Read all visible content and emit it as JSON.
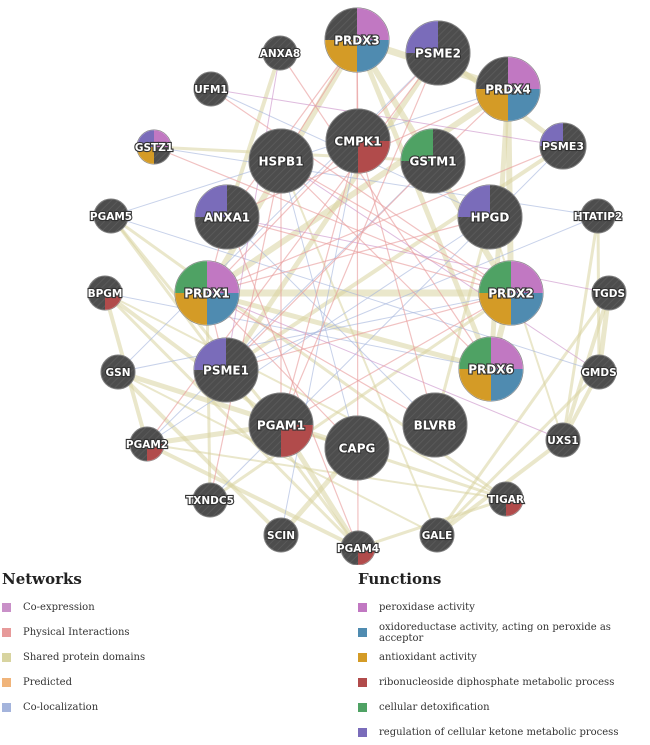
{
  "colors": {
    "node": "#4d4d4d",
    "co_expression": "#c990c8",
    "physical": "#e79a9a",
    "shared_domains": "#d8d4a0",
    "colocalization": "#a4b4dc",
    "peroxidase": "#c178c2",
    "oxidoreductase": "#4f8bb0",
    "antioxidant": "#d49b26",
    "ribonucleoside": "#b14b4b",
    "detox": "#4fa264",
    "ketone": "#7a6cba"
  },
  "nodes": [
    {
      "id": "PRDX3",
      "label": "PRDX3",
      "size": "large",
      "functions": [
        "peroxidase",
        "oxidoreductase",
        "antioxidant"
      ]
    },
    {
      "id": "PSME2",
      "label": "PSME2",
      "size": "large",
      "functions": [
        "ketone"
      ]
    },
    {
      "id": "ANXA8",
      "label": "ANXA8",
      "size": "small",
      "functions": []
    },
    {
      "id": "UFM1",
      "label": "UFM1",
      "size": "small",
      "functions": []
    },
    {
      "id": "PRDX4",
      "label": "PRDX4",
      "size": "large",
      "functions": [
        "peroxidase",
        "oxidoreductase",
        "antioxidant"
      ]
    },
    {
      "id": "GSTZ1",
      "label": "GSTZ1",
      "size": "small",
      "functions": [
        "peroxidase",
        "antioxidant",
        "ketone"
      ]
    },
    {
      "id": "CMPK1",
      "label": "CMPK1",
      "size": "large",
      "functions": [
        "ribonucleoside"
      ]
    },
    {
      "id": "HSPB1",
      "label": "HSPB1",
      "size": "large",
      "functions": []
    },
    {
      "id": "GSTM1",
      "label": "GSTM1",
      "size": "large",
      "functions": [
        "detox"
      ]
    },
    {
      "id": "PSME3",
      "label": "PSME3",
      "size": "medium",
      "functions": [
        "ketone"
      ]
    },
    {
      "id": "PGAM5",
      "label": "PGAM5",
      "size": "small",
      "functions": []
    },
    {
      "id": "ANXA1",
      "label": "ANXA1",
      "size": "large",
      "functions": [
        "ketone"
      ]
    },
    {
      "id": "HPGD",
      "label": "HPGD",
      "size": "large",
      "functions": [
        "ketone"
      ]
    },
    {
      "id": "HTATIP2",
      "label": "HTATIP2",
      "size": "small",
      "functions": []
    },
    {
      "id": "BPGM",
      "label": "BPGM",
      "size": "small",
      "functions": [
        "ribonucleoside"
      ]
    },
    {
      "id": "PRDX1",
      "label": "PRDX1",
      "size": "large",
      "functions": [
        "peroxidase",
        "oxidoreductase",
        "antioxidant",
        "detox"
      ]
    },
    {
      "id": "PRDX2",
      "label": "PRDX2",
      "size": "large",
      "functions": [
        "peroxidase",
        "oxidoreductase",
        "antioxidant",
        "detox"
      ]
    },
    {
      "id": "TGDS",
      "label": "TGDS",
      "size": "small",
      "functions": []
    },
    {
      "id": "GSN",
      "label": "GSN",
      "size": "small",
      "functions": []
    },
    {
      "id": "PSME1",
      "label": "PSME1",
      "size": "large",
      "functions": [
        "ketone"
      ]
    },
    {
      "id": "PRDX6",
      "label": "PRDX6",
      "size": "large",
      "functions": [
        "peroxidase",
        "oxidoreductase",
        "antioxidant",
        "detox"
      ]
    },
    {
      "id": "GMDS",
      "label": "GMDS",
      "size": "small",
      "functions": []
    },
    {
      "id": "PGAM1",
      "label": "PGAM1",
      "size": "large",
      "functions": [
        "ribonucleoside"
      ]
    },
    {
      "id": "CAPG",
      "label": "CAPG",
      "size": "large",
      "functions": []
    },
    {
      "id": "BLVRB",
      "label": "BLVRB",
      "size": "large",
      "functions": []
    },
    {
      "id": "PGAM2",
      "label": "PGAM2",
      "size": "small",
      "functions": [
        "ribonucleoside"
      ]
    },
    {
      "id": "UXS1",
      "label": "UXS1",
      "size": "small",
      "functions": []
    },
    {
      "id": "TXNDC5",
      "label": "TXNDC5",
      "size": "small",
      "functions": []
    },
    {
      "id": "TIGAR",
      "label": "TIGAR",
      "size": "small",
      "functions": [
        "ribonucleoside"
      ]
    },
    {
      "id": "SCIN",
      "label": "SCIN",
      "size": "small",
      "functions": []
    },
    {
      "id": "PGAM4",
      "label": "PGAM4",
      "size": "small",
      "functions": [
        "ribonucleoside"
      ]
    },
    {
      "id": "GALE",
      "label": "GALE",
      "size": "small",
      "functions": []
    }
  ],
  "networks": {
    "title": "Networks",
    "items": [
      {
        "label": "Co-expression",
        "color": "#c990c8"
      },
      {
        "label": "Physical Interactions",
        "color": "#e79a9a"
      },
      {
        "label": "Shared protein domains",
        "color": "#d8d4a0"
      },
      {
        "label": "Predicted",
        "color": "#f0b47a"
      },
      {
        "label": "Co-localization",
        "color": "#a4b4dc"
      }
    ]
  },
  "functions": {
    "title": "Functions",
    "items": [
      {
        "key": "peroxidase",
        "label": "peroxidase activity",
        "color": "#c178c2"
      },
      {
        "key": "oxidoreductase",
        "label": "oxidoreductase activity, acting on peroxide as acceptor",
        "color": "#4f8bb0"
      },
      {
        "key": "antioxidant",
        "label": "antioxidant activity",
        "color": "#d49b26"
      },
      {
        "key": "ribonucleoside",
        "label": "ribonucleoside diphosphate metabolic process",
        "color": "#b14b4b"
      },
      {
        "key": "detox",
        "label": "cellular detoxification",
        "color": "#4fa264"
      },
      {
        "key": "ketone",
        "label": "regulation of cellular ketone metabolic process",
        "color": "#7a6cba"
      }
    ]
  }
}
